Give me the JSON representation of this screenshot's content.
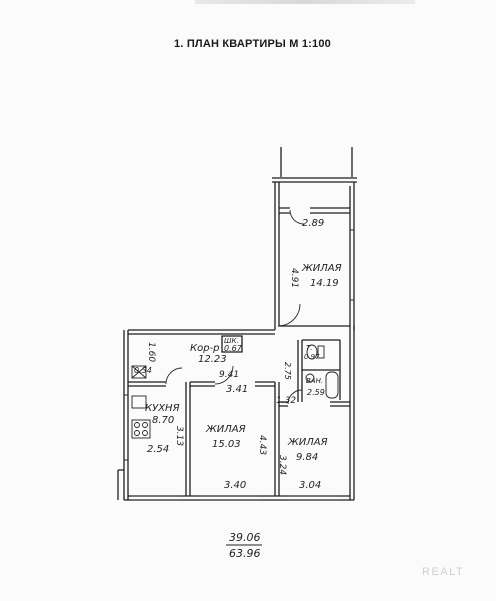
{
  "title": "1. ПЛАН КВАРТИРЫ М 1:100",
  "rooms": {
    "living_top": {
      "name": "ЖИЛАЯ",
      "area": "14.19",
      "width": "2.89",
      "length": "4.91"
    },
    "corridor": {
      "name": "Кор-р",
      "area": "12.23",
      "length": "1.60",
      "width_a": "9.41",
      "width_b": "3.41"
    },
    "closet": {
      "name": "ШК.",
      "area": "0.67"
    },
    "kitchen": {
      "name": "КУХНЯ",
      "area": "8.70",
      "width": "2.54",
      "length": "3.13",
      "niche": "0.34"
    },
    "living_center": {
      "name": "ЖИЛАЯ",
      "area": "15.03",
      "width": "3.40",
      "length": "4.43"
    },
    "living_right": {
      "name": "ЖИЛАЯ",
      "area": "9.84",
      "width": "3.04",
      "length": "3.24"
    },
    "toilet": {
      "name": "Т.",
      "area": "0.97"
    },
    "bathroom": {
      "name": "ВАН.",
      "area": "2.59"
    },
    "hall_dim_a": "2.75",
    "hall_dim_b": "1.32"
  },
  "totals": {
    "living": "39.06",
    "total": "63.96"
  },
  "watermark": "REALT"
}
